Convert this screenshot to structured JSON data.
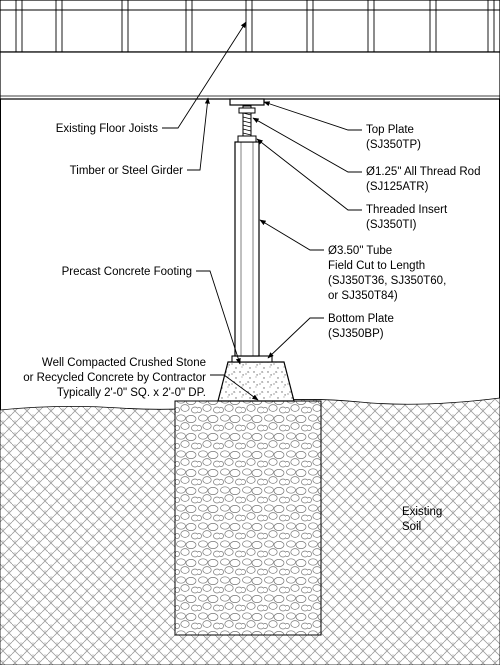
{
  "labels": {
    "floor_joists": "Existing Floor Joists",
    "girder": "Timber or Steel Girder",
    "top_plate": [
      "Top Plate",
      "(SJ350TP)"
    ],
    "thread_rod": [
      "Ø1.25\" All Thread Rod",
      "(SJ125ATR)"
    ],
    "threaded_insert": [
      "Threaded Insert",
      "(SJ350TI)"
    ],
    "tube": [
      "Ø3.50\" Tube",
      "Field Cut to Length",
      "(SJ350T36, SJ350T60,",
      "or SJ350T84)"
    ],
    "footing": "Precast Concrete Footing",
    "bottom_plate": [
      "Bottom Plate",
      "(SJ350BP)"
    ],
    "crushed_stone": [
      "Well Compacted Crushed Stone",
      "or Recycled Concrete by Contractor",
      "Typically 2'-0\" SQ. x 2'-0\" DP."
    ],
    "soil": [
      "Existing",
      "Soil"
    ]
  }
}
